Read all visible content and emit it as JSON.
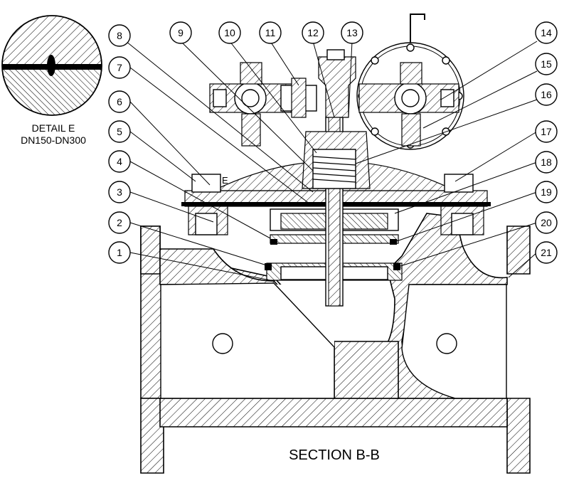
{
  "title": "SECTION B-B",
  "detail": {
    "line1": "DETAIL E",
    "line2": "DN150-DN300",
    "marker": "E"
  },
  "callouts": [
    "1",
    "2",
    "3",
    "4",
    "5",
    "6",
    "7",
    "8",
    "9",
    "10",
    "11",
    "12",
    "13",
    "14",
    "15",
    "16",
    "17",
    "18",
    "19",
    "20",
    "21"
  ]
}
